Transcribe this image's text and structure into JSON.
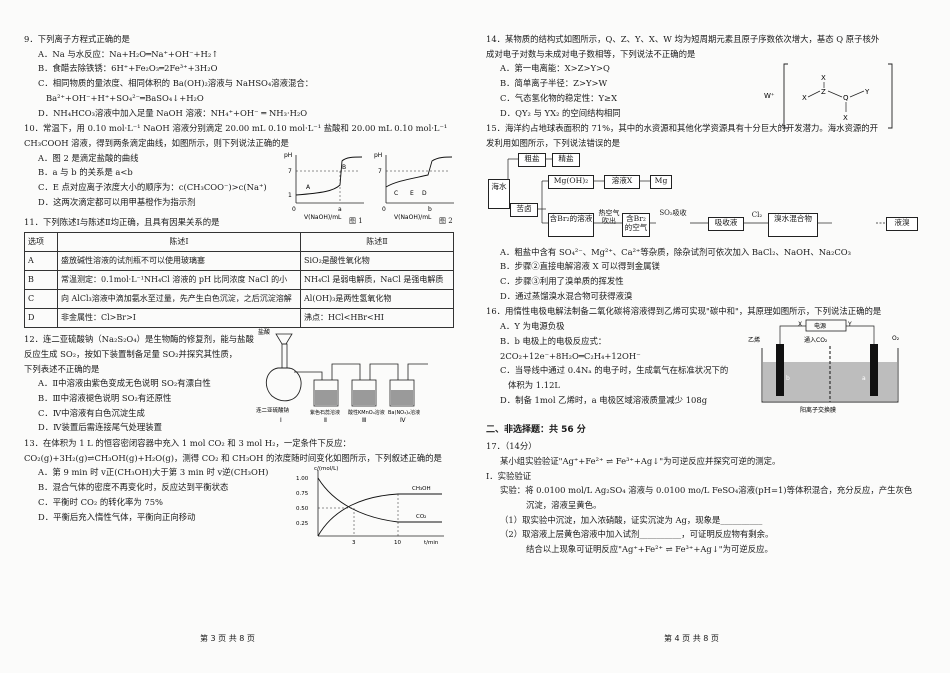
{
  "left": {
    "q9": {
      "stem": "9．下列离子方程式正确的是",
      "options": [
        "A．Na 与水反应：Na+H₂O═Na⁺+OH⁻+H₂↑",
        "B．食醋去除铁锈：6H⁺+Fe₂O₃═2Fe³⁺+3H₂O",
        "C．相同物质的量浓度、相同体积的 Ba(OH)₂溶液与 NaHSO₄溶液混合：",
        "Ba²⁺+OH⁻+H⁺+SO₄²⁻═BaSO₄↓+H₂O",
        "D．NH₄HCO₃溶液中加入足量 NaOH 溶液：NH₄⁺+OH⁻ ═ NH₃·H₂O"
      ]
    },
    "q10": {
      "stem": "10．常温下，用 0.10 mol·L⁻¹ NaOH 溶液分别滴定 20.00 mL 0.10 mol·L⁻¹ 盐酸和 20.00 mL 0.10 mol·L⁻¹",
      "stem2": "CH₃COOH 溶液，得到两条滴定曲线，如图所示，则下列说法正确的是",
      "options": [
        "A．图 2 是滴定盐酸的曲线",
        "B．a 与 b 的关系是 a<b",
        "C．E 点对应离子浓度大小的顺序为：c(CH₃COO⁻)>c(Na⁺)",
        "D．这两次滴定都可以用甲基橙作为指示剂"
      ],
      "fig1": "图 1",
      "fig2": "图 2",
      "xlabel": "V(NaOH)/mL",
      "ph": "pH",
      "ticks": [
        "7",
        "1"
      ],
      "pts": [
        "A",
        "B",
        "C",
        "D",
        "E"
      ],
      "ab": [
        "a",
        "b"
      ],
      "zero": "0"
    },
    "q11": {
      "stem": "11．下列陈述Ⅰ与陈述Ⅱ均正确，且具有因果关系的是",
      "headers": [
        "选项",
        "陈述Ⅰ",
        "陈述Ⅱ"
      ],
      "rows": [
        [
          "A",
          "盛放碱性溶液的试剂瓶不可以使用玻璃塞",
          "SiO₂是酸性氧化物"
        ],
        [
          "B",
          "常温测定：0.1mol·L⁻¹NH₄Cl 溶液的 pH 比同浓度 NaCl 的小",
          "NH₄Cl 是弱电解质，NaCl 是强电解质"
        ],
        [
          "C",
          "向 AlCl₃溶液中滴加氨水至过量，先产生白色沉淀，之后沉淀溶解",
          "Al(OH)₃是两性氢氧化物"
        ],
        [
          "D",
          "非金属性：Cl>Br>I",
          "沸点：HCl<HBr<HI"
        ]
      ]
    },
    "q12": {
      "stem": "12．连二亚硫酸钠（Na₂S₂O₄）是生物酶的修复剂，能与盐酸",
      "stem2": "反应生成 SO₂，按如下装置制备足量 SO₂并探究其性质，",
      "stem3": "下列表述不正确的是",
      "options": [
        "A．Ⅱ中溶液由紫色变成无色说明 SO₂有漂白性",
        "B．Ⅲ中溶液褪色说明 SO₂有还原性",
        "C．Ⅳ中溶液有白色沉淀生成",
        "D．Ⅳ装置后需连接尾气处理装置"
      ],
      "labels": [
        "盐酸",
        "连二亚硫酸钠",
        "紫色石蕊溶液",
        "酸性KMnO₄溶液",
        "Ba(NO₃)₂溶液"
      ],
      "romans": [
        "Ⅰ",
        "Ⅱ",
        "Ⅲ",
        "Ⅳ"
      ]
    },
    "q13": {
      "stem": "13．在体积为 1 L 的恒容密闭容器中充入 1 mol CO₂ 和 3 mol H₂，一定条件下反应：",
      "stem2": "CO₂(g)+3H₂(g)⇌CH₃OH(g)+H₂O(g)，测得 CO₂ 和 CH₃OH 的浓度随时间变化如图所示，下列叙述正确的是",
      "options": [
        "A．第 9 min 时 v正(CH₃OH)大于第 3 min 时 v逆(CH₃OH)",
        "B．混合气体的密度不再变化时，反应达到平衡状态",
        "C．平衡时 CO₂ 的转化率为 75%",
        "D．平衡后充入惰性气体，平衡向正向移动"
      ],
      "ylabel": "c/(mol/L)",
      "xlabel": "t/min",
      "yticks": [
        "1.00",
        "0.75",
        "0.50",
        "0.25"
      ],
      "xticks": [
        "3",
        "10"
      ],
      "series": [
        "CH₃OH",
        "CO₂"
      ]
    },
    "footer": "第 3 页 共 8 页"
  },
  "right": {
    "q14": {
      "stem": "14．某物质的结构式如图所示，Q、Z、Y、X、W 均为短周期元素且原子序数依次增大，基态 Q 原子核外",
      "stem2": "成对电子对数与未成对电子数相等，下列说法不正确的是",
      "options": [
        "A．第一电离能：X>Z>Y>Q",
        "B．简单离子半径：Z>Y>W",
        "C．气态氢化物的稳定性：Y≥X",
        "D．QY₂ 与 YX₂ 的空间结构相同"
      ],
      "atoms": [
        "W⁺",
        "X",
        "Z",
        "Q",
        "Y",
        "X",
        "X"
      ]
    },
    "q15": {
      "stem": "15．海洋约占地球表面积的 71%，其中的水资源和其他化学资源具有十分巨大的开发潜力。海水资源的开",
      "stem2": "发利用如图所示，下列说法错误的是",
      "flow": [
        "海水",
        "粗盐",
        "精盐",
        "苦卤",
        "Mg(OH)₂",
        "溶液X",
        "Mg",
        "含Br₂的溶液",
        "热空气吹出",
        "含Br₂的空气",
        "SO₂吸收",
        "吸收液",
        "Cl₂",
        "溴水混合物",
        "液溴"
      ],
      "options": [
        "A．粗盐中含有 SO₄²⁻、Mg²⁺、Ca²⁺等杂质，除杂试剂可依次加入 BaCl₂、NaOH、Na₂CO₃",
        "B．步骤②直接电解溶液 X 可以得到金属镁",
        "C．步骤③利用了溴单质的挥发性",
        "D．通过蒸馏溴水混合物可获得液溴"
      ]
    },
    "q16": {
      "stem": "16．用惰性电极电解法制备二氧化碳将溶液得到乙烯可实现\"碳中和\"，其原理如图所示，下列说法正确的是",
      "options": [
        "A．Y 为电源负极",
        "B．b 电极上的电极反应式：2CO₂+12e⁻+8H₂O═C₂H₄+12OH⁻",
        "C．当导线中通过 0.4Nₐ 的电子时，生成氧气在标准状况下的",
        "体积为 1.12L",
        "D．制备 1mol 乙烯时，a 电极区域溶液质量减少 108g"
      ],
      "labels": [
        "X",
        "电源",
        "Y",
        "乙烯",
        "通入CO₂",
        "O₂",
        "b",
        "a",
        "阳离子交换膜"
      ]
    },
    "section2": "二、非选择题：共 56 分",
    "q17": {
      "title": "17．（14分）",
      "intro": "某小组实验验证\"Ag⁺+Fe²⁺ ⇌ Fe³⁺+Ag↓\"为可逆反应并探究可逆的测定。",
      "part": "Ⅰ．实验验证",
      "exp": "实验：将 0.0100 mol/L Ag₂SO₄ 溶液与 0.0100 mo/L FeSO₄溶液(pH=1)等体积混合，充分反应，产生灰色",
      "exp2": "沉淀，溶液呈黄色。",
      "s1": "（1）取实验中沉淀，加入浓硝酸，证实沉淀为 Ag，现象是",
      "s2": "（2）取溶液上层黄色溶液中加入试剂",
      "s2b": "，可证明反应物有剩余。",
      "s3": "结合以上现象可证明反应\"Ag⁺+Fe²⁺ ⇌ Fe³⁺+Ag↓\"为可逆反应。",
      "blank": "__________"
    },
    "footer": "第 4 页 共 8 页"
  }
}
